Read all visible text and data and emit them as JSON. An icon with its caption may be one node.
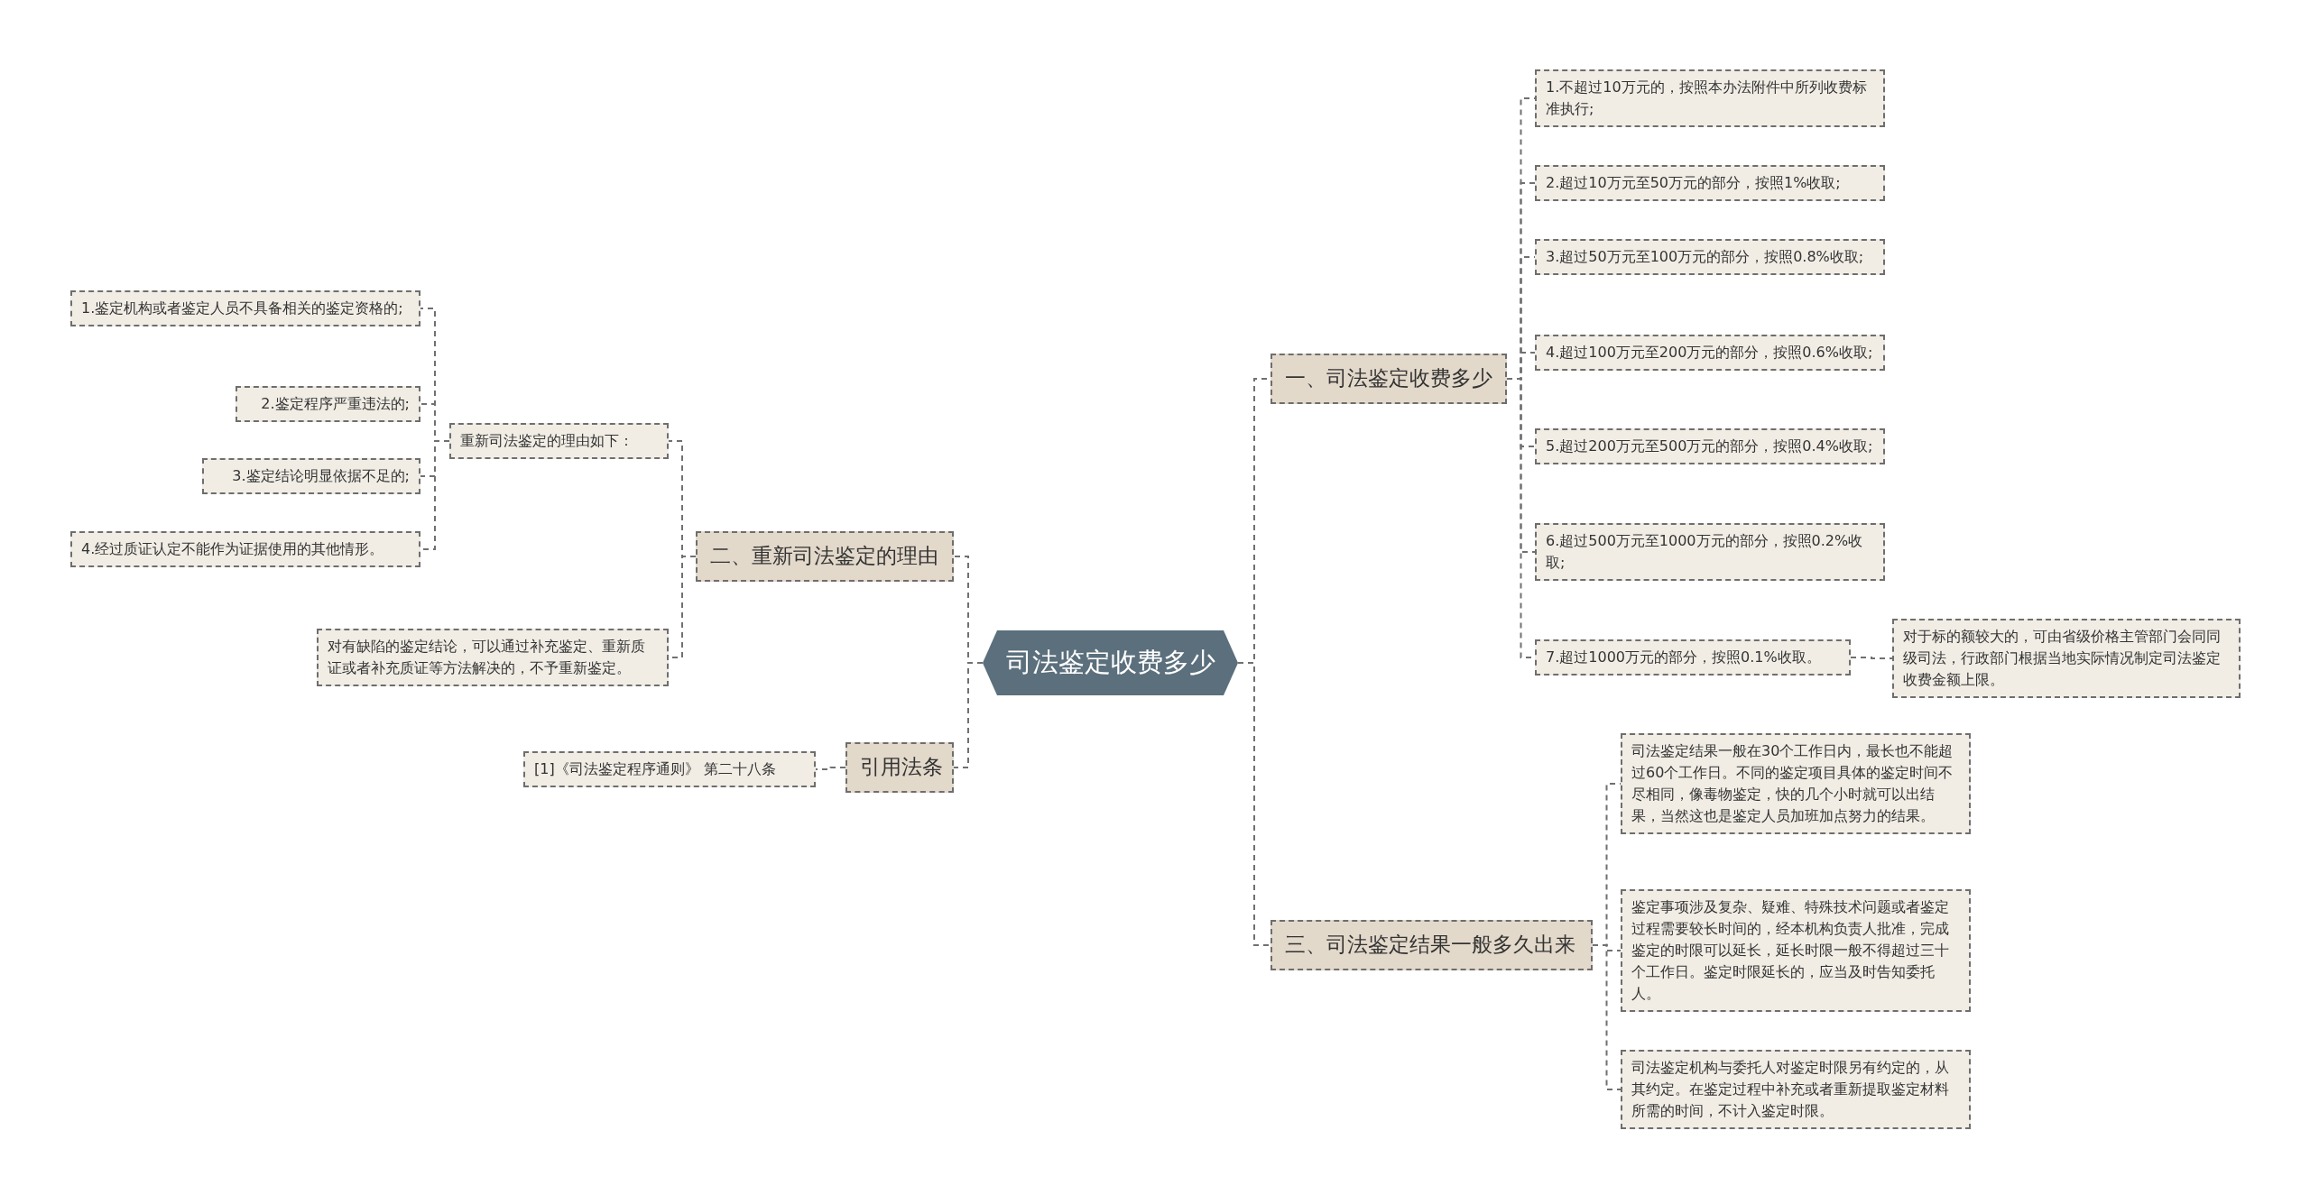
{
  "diagram": {
    "nodes": [
      {
        "text": [
          "司法鉴定收费多少"
        ]
      },
      {
        "text": [
          "一、司法鉴定收费多少"
        ]
      },
      {
        "text": [
          "1.不超过10万元的，按照本办法附件中所列收费标准执行;"
        ]
      },
      {
        "text": [
          "2.超过10万元至50万元的部分，按照1%收取;"
        ]
      },
      {
        "text": [
          "3.超过50万元至100万元的部分，按照0.8%收取;"
        ]
      },
      {
        "text": [
          "4.超过100万元至200万元的部分，按照0.6%收取;"
        ]
      },
      {
        "text": [
          "5.超过200万元至500万元的部分，按照0.4%收取;"
        ]
      },
      {
        "text": [
          "6.超过500万元至1000万元的部分，按照0.2%收取;"
        ]
      },
      {
        "text": [
          "7.超过1000万元的部分，按照0.1%收取。"
        ]
      },
      {
        "text": [
          "对于标的额较大的，可由省级价格主管部门会同同级司法，行政部门根据当地实际情况制定司法鉴定收费金额上限。"
        ]
      },
      {
        "text": [
          "二、重新司法鉴定的理由"
        ]
      },
      {
        "text": [
          "重新司法鉴定的理由如下："
        ]
      },
      {
        "text": [
          "1.鉴定机构或者鉴定人员不具备相关的鉴定资格的;"
        ]
      },
      {
        "text": [
          "2.鉴定程序严重违法的;"
        ]
      },
      {
        "text": [
          "3.鉴定结论明显依据不足的;"
        ]
      },
      {
        "text": [
          "4.经过质证认定不能作为证据使用的其他情形。"
        ]
      },
      {
        "text": [
          "对有缺陷的鉴定结论，可以通过补充鉴定、重新质证或者补充质证等方法解决的，不予重新鉴定。"
        ]
      },
      {
        "text": [
          "引用法条"
        ]
      },
      {
        "text": [
          "[1]《司法鉴定程序通则》 第二十八条"
        ]
      },
      {
        "text": [
          "三、司法鉴定结果一般多久出来"
        ]
      },
      {
        "text": [
          "司法鉴定结果一般在30个工作日内，最长也不能超过60个工作日。不同的鉴定项目具体的鉴定时间不尽相同，像毒物鉴定，快的几个小时就可以出结果，当然这也是鉴定人员加班加点努力的结果。"
        ]
      },
      {
        "text": [
          "鉴定事项涉及复杂、疑难、特殊技术问题或者鉴定过程需要较长时间的，经本机构负责人批准，完成鉴定的时限可以延长，延长时限一般不得超过三十个工作日。鉴定时限延长的，应当及时告知委托人。"
        ]
      },
      {
        "text": [
          "司法鉴定机构与委托人对鉴定时限另有约定的，从其约定。在鉴定过程中补充或者重新提取鉴定材料所需的时间，不计入鉴定时限。"
        ]
      }
    ],
    "edges": [
      {
        "from": 0,
        "to": 1,
        "arrow": "none"
      },
      {
        "from": 1,
        "to": 2,
        "arrow": "none"
      },
      {
        "from": 1,
        "to": 3,
        "arrow": "none"
      },
      {
        "from": 1,
        "to": 4,
        "arrow": "none"
      },
      {
        "from": 1,
        "to": 5,
        "arrow": "none"
      },
      {
        "from": 1,
        "to": 6,
        "arrow": "none"
      },
      {
        "from": 1,
        "to": 7,
        "arrow": "none"
      },
      {
        "from": 1,
        "to": 8,
        "arrow": "none"
      },
      {
        "from": 8,
        "to": 9,
        "arrow": "none"
      },
      {
        "from": 0,
        "to": 10,
        "arrow": "none"
      },
      {
        "from": 10,
        "to": 11,
        "arrow": "none"
      },
      {
        "from": 11,
        "to": 12,
        "arrow": "none"
      },
      {
        "from": 11,
        "to": 13,
        "arrow": "none"
      },
      {
        "from": 11,
        "to": 14,
        "arrow": "none"
      },
      {
        "from": 11,
        "to": 15,
        "arrow": "none"
      },
      {
        "from": 10,
        "to": 16,
        "arrow": "none"
      },
      {
        "from": 0,
        "to": 17,
        "arrow": "none"
      },
      {
        "from": 17,
        "to": 18,
        "arrow": "none"
      },
      {
        "from": 0,
        "to": 19,
        "arrow": "none"
      },
      {
        "from": 19,
        "to": 20,
        "arrow": "none"
      },
      {
        "from": 19,
        "to": 21,
        "arrow": "none"
      },
      {
        "from": 19,
        "to": 22,
        "arrow": "none"
      }
    ]
  }
}
